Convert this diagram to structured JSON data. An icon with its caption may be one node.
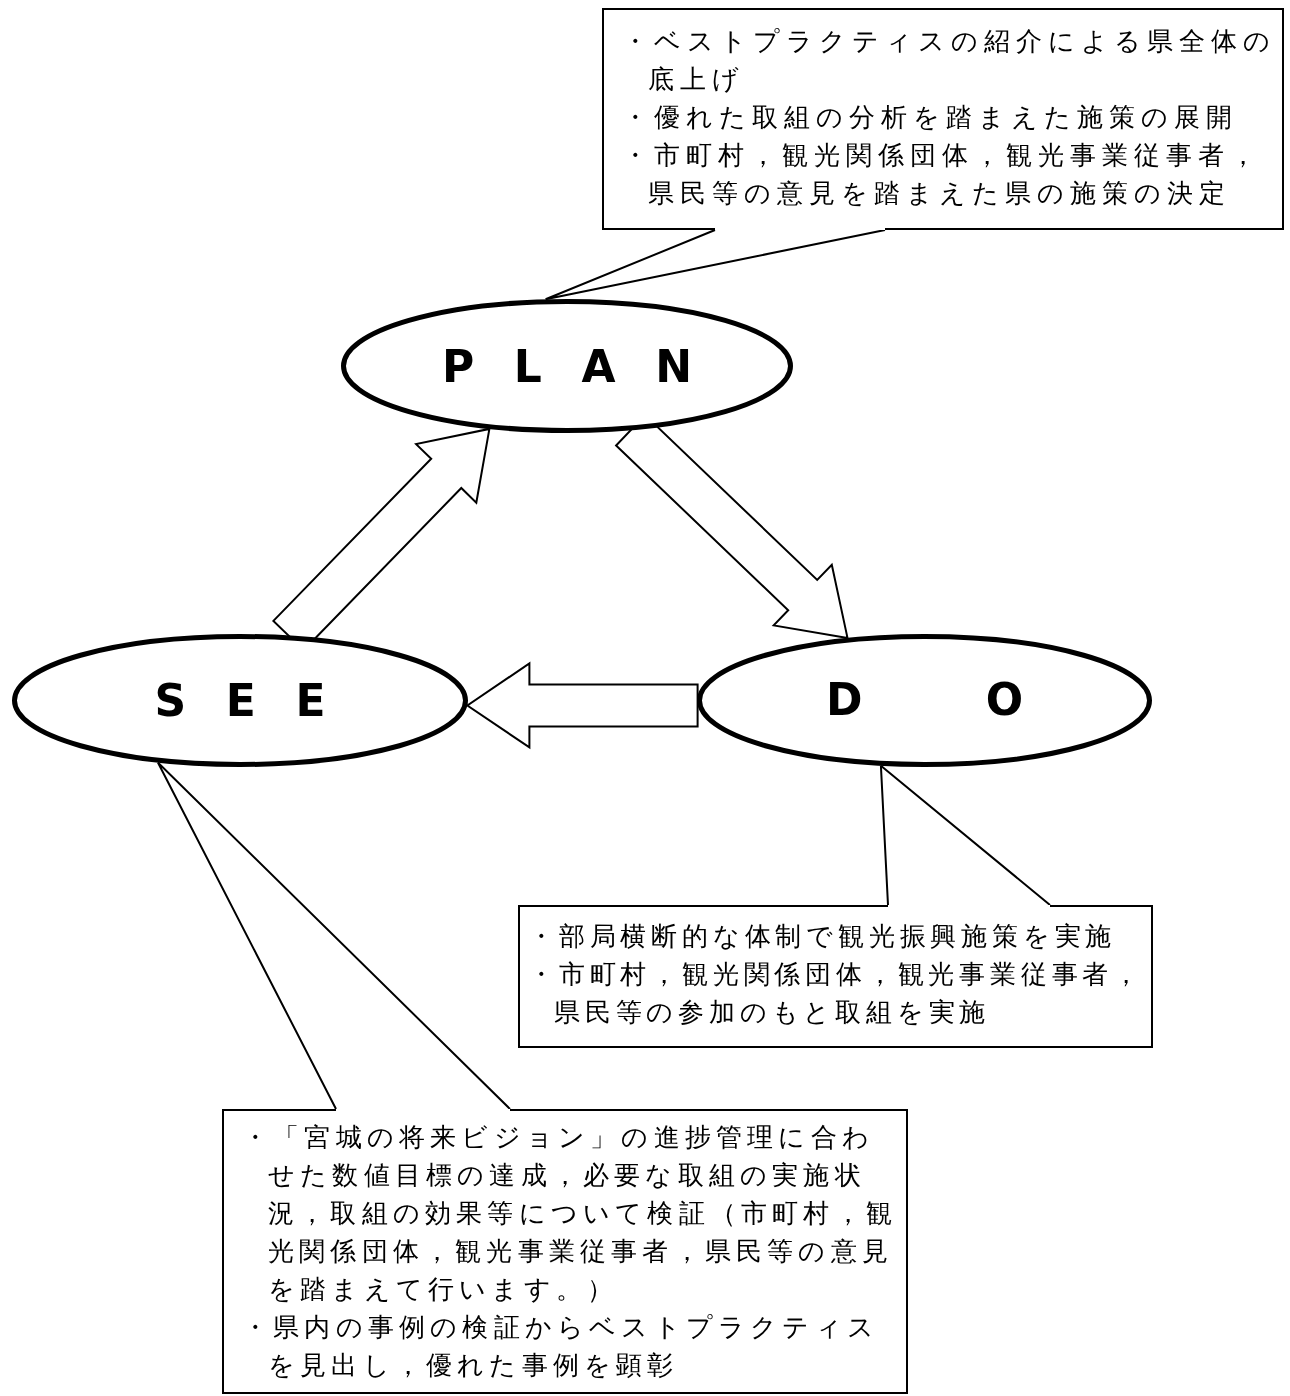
{
  "diagram": {
    "nodes": [
      {
        "text": [
          "PLAN"
        ]
      },
      {
        "text": [
          "D　O"
        ]
      },
      {
        "text": [
          "SEE"
        ]
      },
      {
        "text": [
          "・ベストプラクティスの紹介による県全体の底上げ",
          "・優れた取組の分析を踏まえた施策の展開",
          "・市町村，観光関係団体，観光事業従事者，県民等の意見を踏まえた県の施策の決定"
        ]
      },
      {
        "text": [
          "・部局横断的な体制で観光振興施策を実施",
          "・市町村，観光関係団体，観光事業従事者，県民等の参加のもと取組を実施"
        ]
      },
      {
        "text": [
          "・「宮城の将来ビジョン」の進捗管理に合わせた数値目標の達成，必要な取組の実施状況，取組の効果等について検証（市町村，観光関係団体，観光事業従事者，県民等の意見を踏まえて行います。）",
          "・県内の事例の検証からベストプラクティスを見出し，優れた事例を顕彰"
        ]
      }
    ],
    "edges": [
      {
        "from": 0,
        "to": 1,
        "arrow": "to"
      },
      {
        "from": 1,
        "to": 2,
        "arrow": "to"
      },
      {
        "from": 2,
        "to": 0,
        "arrow": "to"
      },
      {
        "from": 3,
        "to": 0,
        "arrow": "none"
      },
      {
        "from": 4,
        "to": 1,
        "arrow": "none"
      },
      {
        "from": 5,
        "to": 2,
        "arrow": "none"
      }
    ]
  }
}
